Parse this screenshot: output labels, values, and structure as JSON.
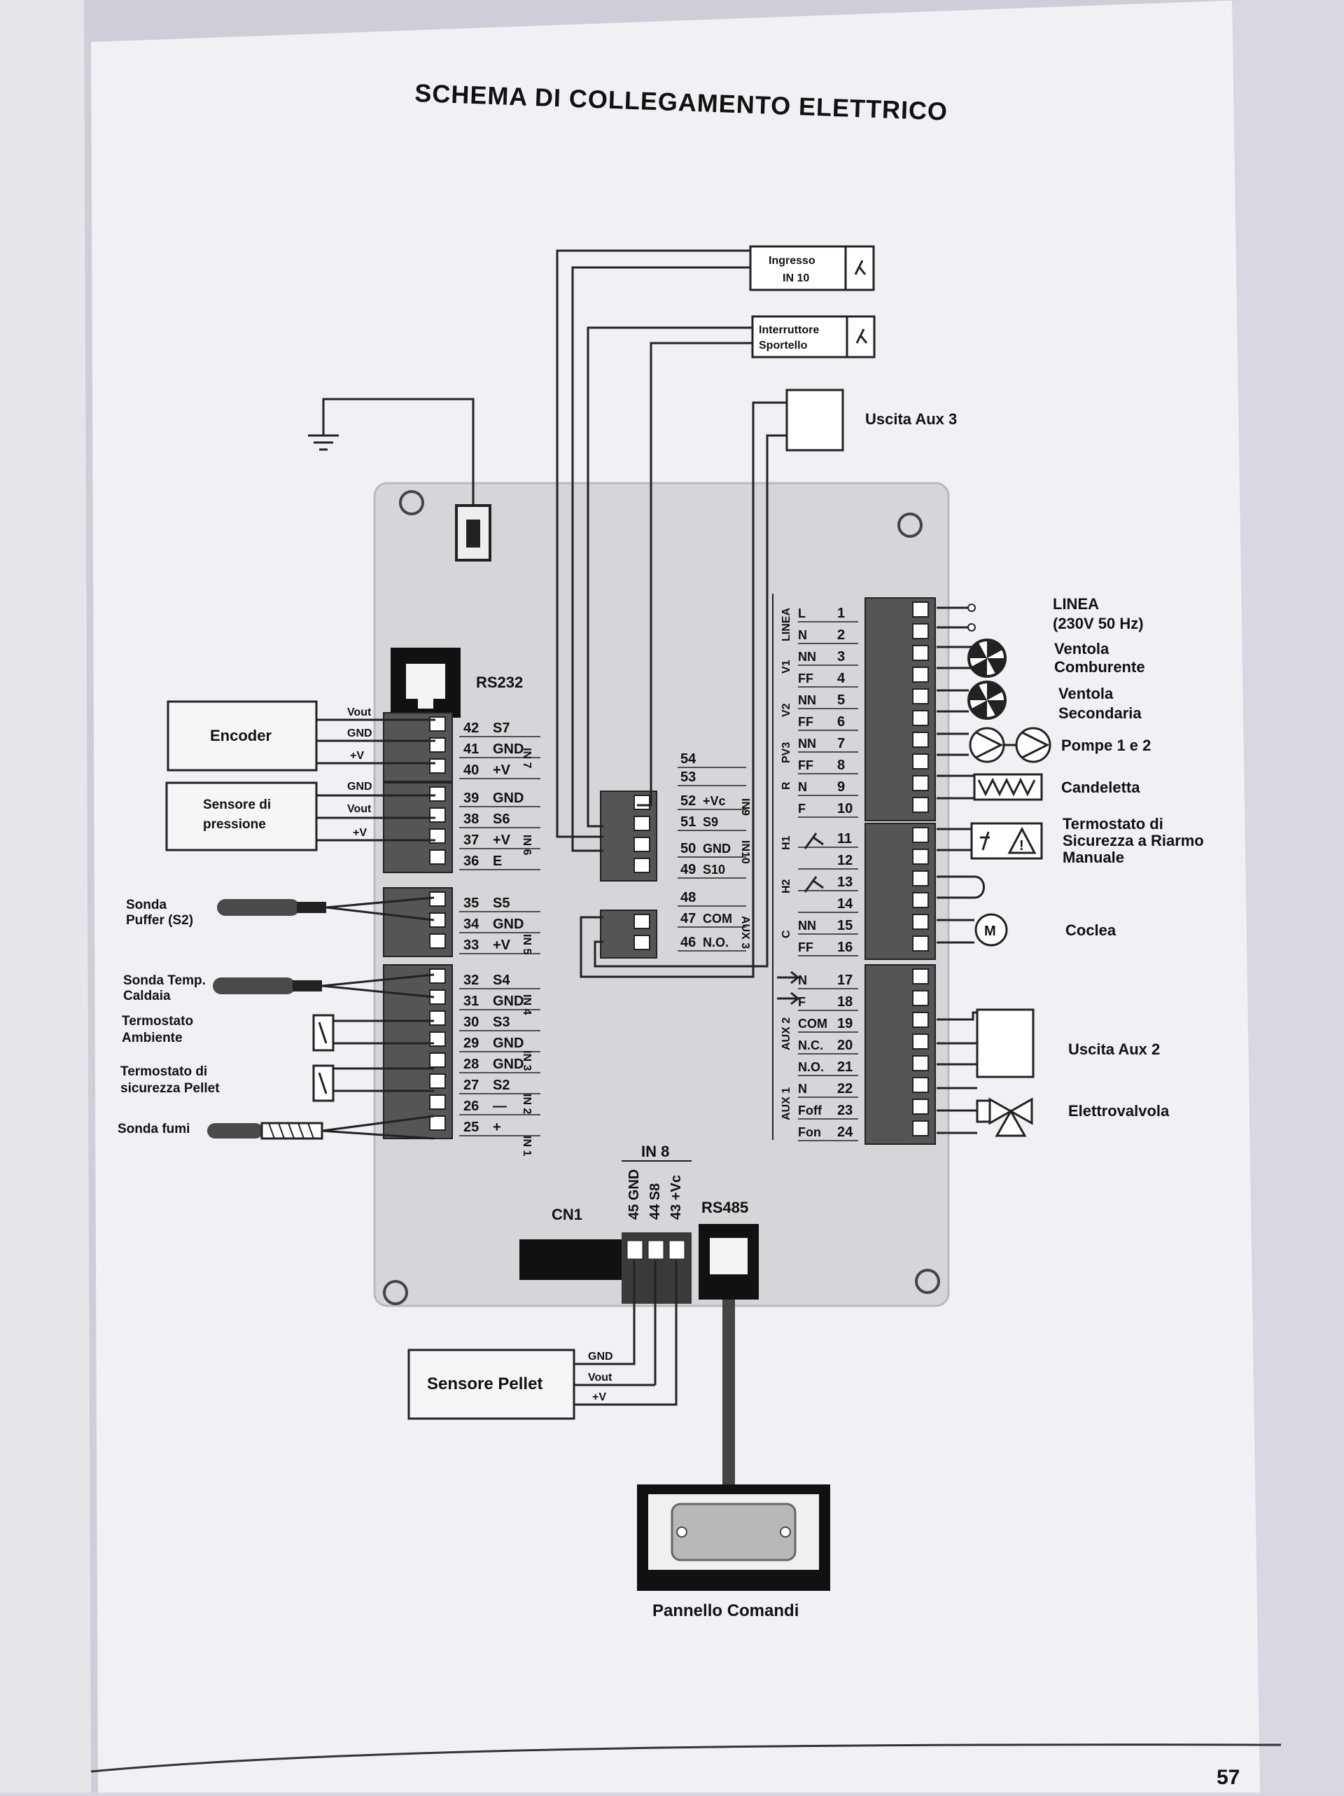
{
  "title": "SCHEMA DI COLLEGAMENTO ELETTRICO",
  "page_number": "57",
  "top_inputs": {
    "in10_line1": "Ingresso",
    "in10_line2": "IN 10",
    "sportello_line1": "Interruttore",
    "sportello_line2": "Sportello",
    "aux3": "Uscita Aux 3"
  },
  "left_devices": {
    "encoder": "Encoder",
    "encoder_pins": [
      "Vout",
      "GND",
      "+V"
    ],
    "pressure_line1": "Sensore di",
    "pressure_line2": "pressione",
    "pressure_pins": [
      "GND",
      "Vout",
      "+V"
    ],
    "puffer_line1": "Sonda",
    "puffer_line2": "Puffer (S2)",
    "caldaia_line1": "Sonda Temp.",
    "caldaia_line2": "Caldaia",
    "ambiente_line1": "Termostato",
    "ambiente_line2": "Ambiente",
    "pellet_th_line1": "Termostato di",
    "pellet_th_line2": "sicurezza Pellet",
    "fumi": "Sonda fumi"
  },
  "board": {
    "rs232": "RS232",
    "rs485": "RS485",
    "cn1": "CN1",
    "in8": "IN 8",
    "in8_pins": [
      "45 GND",
      "44 S8",
      "43 +Vc"
    ],
    "left_terminals": [
      {
        "num": "42",
        "sig": "S7"
      },
      {
        "num": "41",
        "sig": "GND"
      },
      {
        "num": "40",
        "sig": "+V"
      },
      {
        "num": "39",
        "sig": "GND"
      },
      {
        "num": "38",
        "sig": "S6"
      },
      {
        "num": "37",
        "sig": "+V"
      },
      {
        "num": "36",
        "sig": "E"
      },
      {
        "num": "35",
        "sig": "S5"
      },
      {
        "num": "34",
        "sig": "GND"
      },
      {
        "num": "33",
        "sig": "+V"
      },
      {
        "num": "32",
        "sig": "S4"
      },
      {
        "num": "31",
        "sig": "GND"
      },
      {
        "num": "30",
        "sig": "S3"
      },
      {
        "num": "29",
        "sig": "GND"
      },
      {
        "num": "28",
        "sig": "GND"
      },
      {
        "num": "27",
        "sig": "S2"
      },
      {
        "num": "26",
        "sig": "—"
      },
      {
        "num": "25",
        "sig": "+"
      }
    ],
    "left_groups": [
      "IN 7",
      "IN 6",
      "IN 5",
      "IN 4",
      "IN 3",
      "IN 2",
      "IN 1"
    ],
    "center_terminals": [
      {
        "num": "54",
        "sig": ""
      },
      {
        "num": "53",
        "sig": ""
      },
      {
        "num": "52",
        "sig": "+Vc"
      },
      {
        "num": "51",
        "sig": "S9"
      },
      {
        "num": "50",
        "sig": "GND"
      },
      {
        "num": "49",
        "sig": "S10"
      },
      {
        "num": "48",
        "sig": ""
      },
      {
        "num": "47",
        "sig": "COM"
      },
      {
        "num": "46",
        "sig": "N.O."
      }
    ],
    "center_groups": [
      "IN9",
      "IN10",
      "AUX 3"
    ],
    "right_terminals": [
      {
        "sig": "L",
        "num": "1"
      },
      {
        "sig": "N",
        "num": "2"
      },
      {
        "sig": "NN",
        "num": "3"
      },
      {
        "sig": "FF",
        "num": "4"
      },
      {
        "sig": "NN",
        "num": "5"
      },
      {
        "sig": "FF",
        "num": "6"
      },
      {
        "sig": "NN",
        "num": "7"
      },
      {
        "sig": "FF",
        "num": "8"
      },
      {
        "sig": "N",
        "num": "9"
      },
      {
        "sig": "F",
        "num": "10"
      },
      {
        "sig": "",
        "num": "11"
      },
      {
        "sig": "",
        "num": "12"
      },
      {
        "sig": "",
        "num": "13"
      },
      {
        "sig": "",
        "num": "14"
      },
      {
        "sig": "NN",
        "num": "15"
      },
      {
        "sig": "FF",
        "num": "16"
      },
      {
        "sig": "N",
        "num": "17"
      },
      {
        "sig": "F",
        "num": "18"
      },
      {
        "sig": "COM",
        "num": "19"
      },
      {
        "sig": "N.C.",
        "num": "20"
      },
      {
        "sig": "N.O.",
        "num": "21"
      },
      {
        "sig": "N",
        "num": "22"
      },
      {
        "sig": "Foff",
        "num": "23"
      },
      {
        "sig": "Fon",
        "num": "24"
      }
    ],
    "right_groups": [
      "LINEA",
      "V1",
      "V2",
      "PV3",
      "R",
      "H1",
      "H2",
      "C",
      "AUX 2",
      "AUX 1"
    ]
  },
  "right_devices": {
    "linea_line1": "LINEA",
    "linea_line2": "(230V 50 Hz)",
    "ventola_c_line1": "Ventola",
    "ventola_c_line2": "Comburente",
    "ventola_s_line1": "Ventola",
    "ventola_s_line2": "Secondaria",
    "pompe": "Pompe 1 e 2",
    "candeletta": "Candeletta",
    "termostato_line1": "Termostato di",
    "termostato_line2": "Sicurezza a Riarmo",
    "termostato_line3": "Manuale",
    "coclea": "Coclea",
    "motor_symbol": "M",
    "aux2": "Uscita Aux 2",
    "elettrovalvola": "Elettrovalvola"
  },
  "bottom": {
    "sensore_pellet": "Sensore Pellet",
    "pellet_pins": [
      "GND",
      "Vout",
      "+V"
    ],
    "pannello": "Pannello Comandi"
  }
}
